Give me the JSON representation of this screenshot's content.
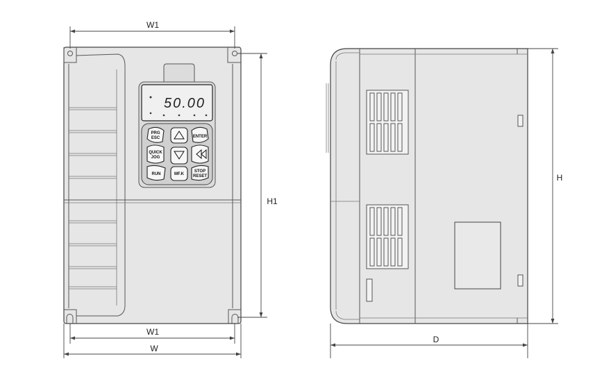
{
  "dimensions": {
    "w1_top": "W1",
    "w1_bottom": "W1",
    "w": "W",
    "h1": "H1",
    "h": "H",
    "d": "D"
  },
  "keypad": {
    "display_value": "50.00",
    "keys": {
      "prg_esc": "PRG\nESC",
      "enter": "ENTER",
      "quick_jog": "QUICK\nJOG",
      "run": "RUN",
      "mfk": "MF.K",
      "stop_reset": "STOP\nRESET"
    }
  },
  "colors": {
    "body_fill": "#e6e6e6",
    "outline": "#444444"
  }
}
